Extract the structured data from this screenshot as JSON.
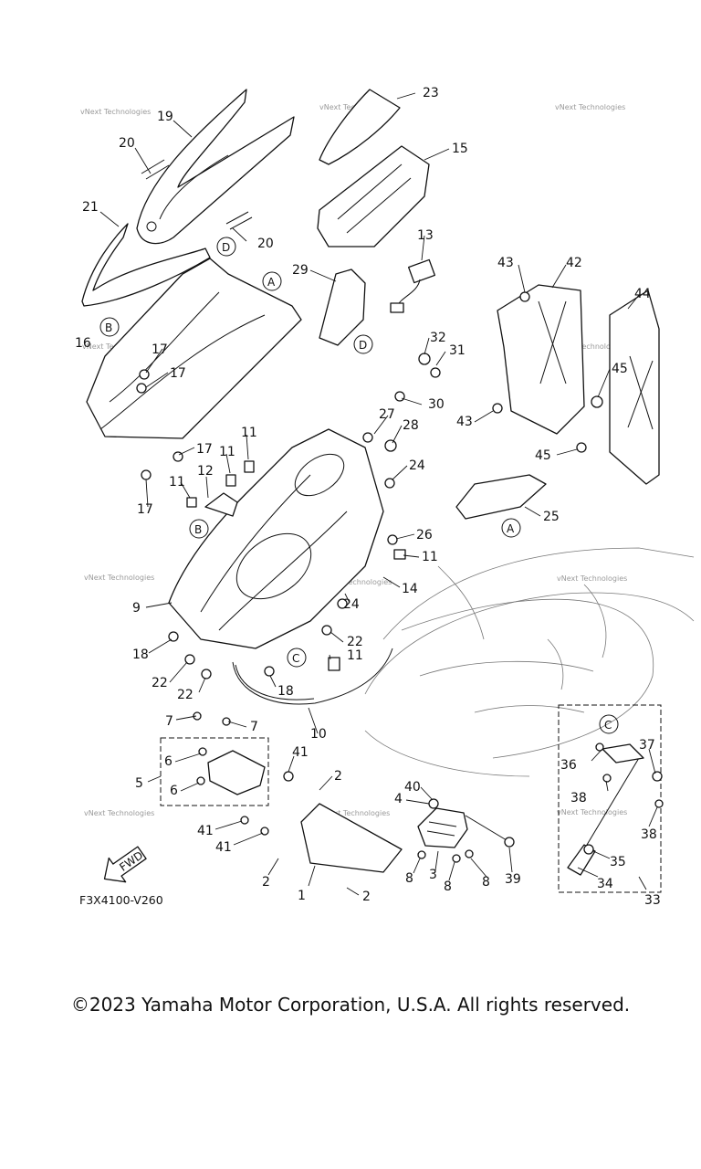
{
  "diagram": {
    "code": "F3X4100-V260",
    "direction_label": "FWD",
    "watermark": "vNext Technologies",
    "callouts": [
      "1",
      "2",
      "3",
      "4",
      "5",
      "6",
      "7",
      "8",
      "9",
      "10",
      "11",
      "12",
      "13",
      "14",
      "15",
      "16",
      "17",
      "18",
      "19",
      "20",
      "21",
      "22",
      "23",
      "24",
      "25",
      "26",
      "27",
      "28",
      "29",
      "30",
      "31",
      "32",
      "33",
      "34",
      "35",
      "36",
      "37",
      "38",
      "39",
      "40",
      "41",
      "42",
      "43",
      "44",
      "45"
    ],
    "references": [
      "A",
      "B",
      "C",
      "D"
    ]
  },
  "copyright": "©2023 Yamaha Motor Corporation, U.S.A. All rights reserved."
}
